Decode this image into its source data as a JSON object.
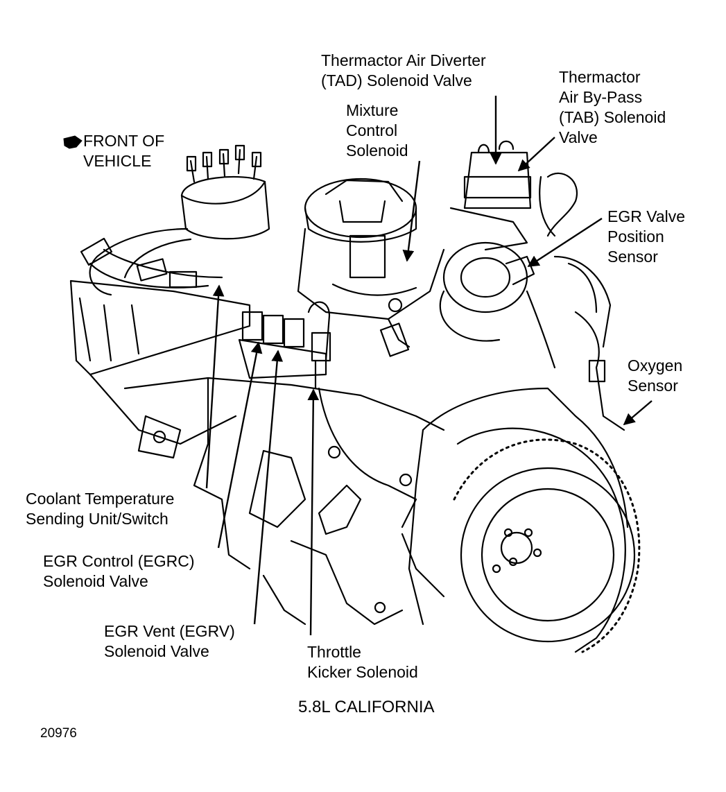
{
  "colors": {
    "ink": "#000000",
    "paper": "#ffffff"
  },
  "icons": {
    "front_marker": "pointing-hand-icon"
  },
  "front_label": [
    "FRONT OF",
    "VEHICLE"
  ],
  "callouts": {
    "tad": [
      "Thermactor Air Diverter",
      "(TAD) Solenoid Valve"
    ],
    "tab": [
      "Thermactor",
      "Air By-Pass",
      "(TAB) Solenoid",
      "Valve"
    ],
    "mixture": [
      "Mixture",
      "Control",
      "Solenoid"
    ],
    "egr_position": [
      "EGR Valve",
      "Position",
      "Sensor"
    ],
    "oxygen": [
      "Oxygen",
      "Sensor"
    ],
    "coolant": [
      "Coolant Temperature",
      "Sending Unit/Switch"
    ],
    "egrc": [
      "EGR Control (EGRC)",
      "Solenoid Valve"
    ],
    "egrv": [
      "EGR Vent (EGRV)",
      "Solenoid Valve"
    ],
    "kicker": [
      "Throttle",
      "Kicker Solenoid"
    ]
  },
  "caption": "5.8L CALIFORNIA",
  "figure_id": "20976"
}
